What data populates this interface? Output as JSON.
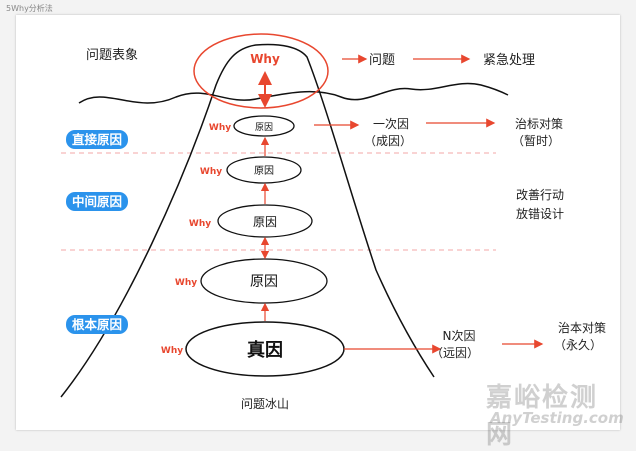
{
  "doc_title": "5Why分析法",
  "surface_label": "问题表象",
  "top_why": "Why",
  "problem_label": "问题",
  "urgent_label": "紧急处理",
  "levels": [
    "直接原因",
    "中间原因",
    "根本原因"
  ],
  "why_label": "Why",
  "cause_label": "原因",
  "root_cause_label": "真因",
  "primary_cause": "一次因",
  "primary_cause_note": "（成因）",
  "symptom_countermeasure": "治标对策",
  "symptom_countermeasure_note": "（暂时）",
  "improve_line1": "改善行动",
  "improve_line2": "放错设计",
  "n_cause": "N次因",
  "n_cause_note": "（远因）",
  "root_countermeasure": "治本对策",
  "root_countermeasure_note": "（永久）",
  "bottom_title": "问题冰山",
  "watermark_cn": "嘉峪检测网",
  "watermark_en": "AnyTesting.com",
  "colors": {
    "red": "#e8472f",
    "blue": "#2b93ec",
    "pink_dash": "#f3a7a7",
    "line": "#111111"
  }
}
